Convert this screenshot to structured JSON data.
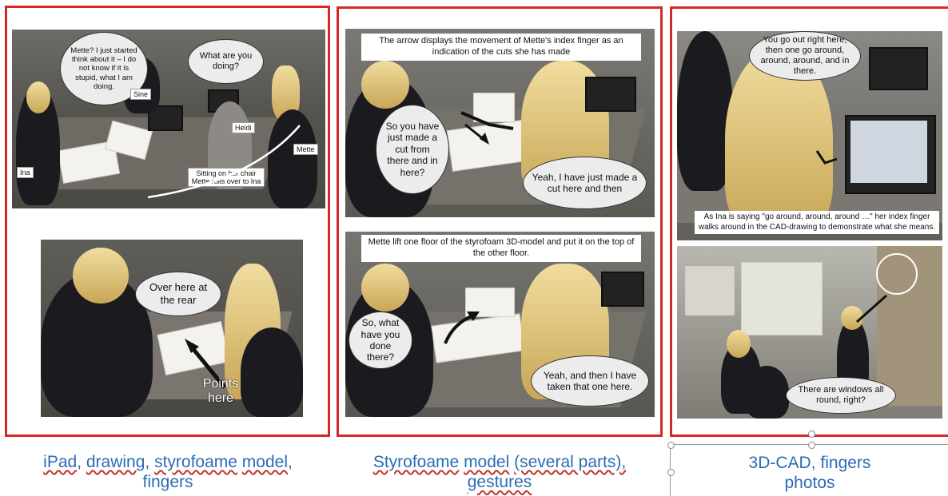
{
  "panel1": {
    "top": {
      "bubble_mette": "Mette? I just started think about it – I do not know if it is stupid, what I am doing.",
      "bubble_what": "What are you doing?",
      "label_sine": "Sine",
      "label_heidi": "Heidi",
      "label_mette": "Mette",
      "label_ina": "Ina",
      "label_chair": "Sitting on her chair Mette rolls over to Ina"
    },
    "bottom": {
      "bubble_rear": "Over here at the rear",
      "points_here": "Points here"
    },
    "caption": [
      "iPad",
      "drawing",
      "styrofoame",
      "model",
      "fingers"
    ]
  },
  "panel2": {
    "top": {
      "caption": "The arrow displays the movement of Mette's index finger as an indication of the cuts she has made",
      "bubble_q": "So you have just made a cut from there and in here?",
      "bubble_a": "Yeah, I have just made a cut here and then"
    },
    "bottom": {
      "caption": "Mette lift one floor of the styrofoam 3D-model and put it on the top of the other floor.",
      "bubble_q": "So, what have you done there?",
      "bubble_a": "Yeah, and then I have taken that one here."
    },
    "caption": [
      "Styrofoame",
      "model",
      "(several parts),",
      "gestures"
    ]
  },
  "panel3": {
    "top": {
      "bubble": "You go out right here, then one go around, around, around, and in there.",
      "caption": "As Ina is saying \"go around, around, around …\" her index finger walks around in the CAD-drawing to demonstrate what she means."
    },
    "bottom": {
      "bubble": "There are windows all round, right?"
    },
    "caption_line1": "3D-CAD, fingers",
    "caption_line2": "photos"
  },
  "colors": {
    "frame": "#d62828",
    "caption_text": "#2b6cb5"
  }
}
